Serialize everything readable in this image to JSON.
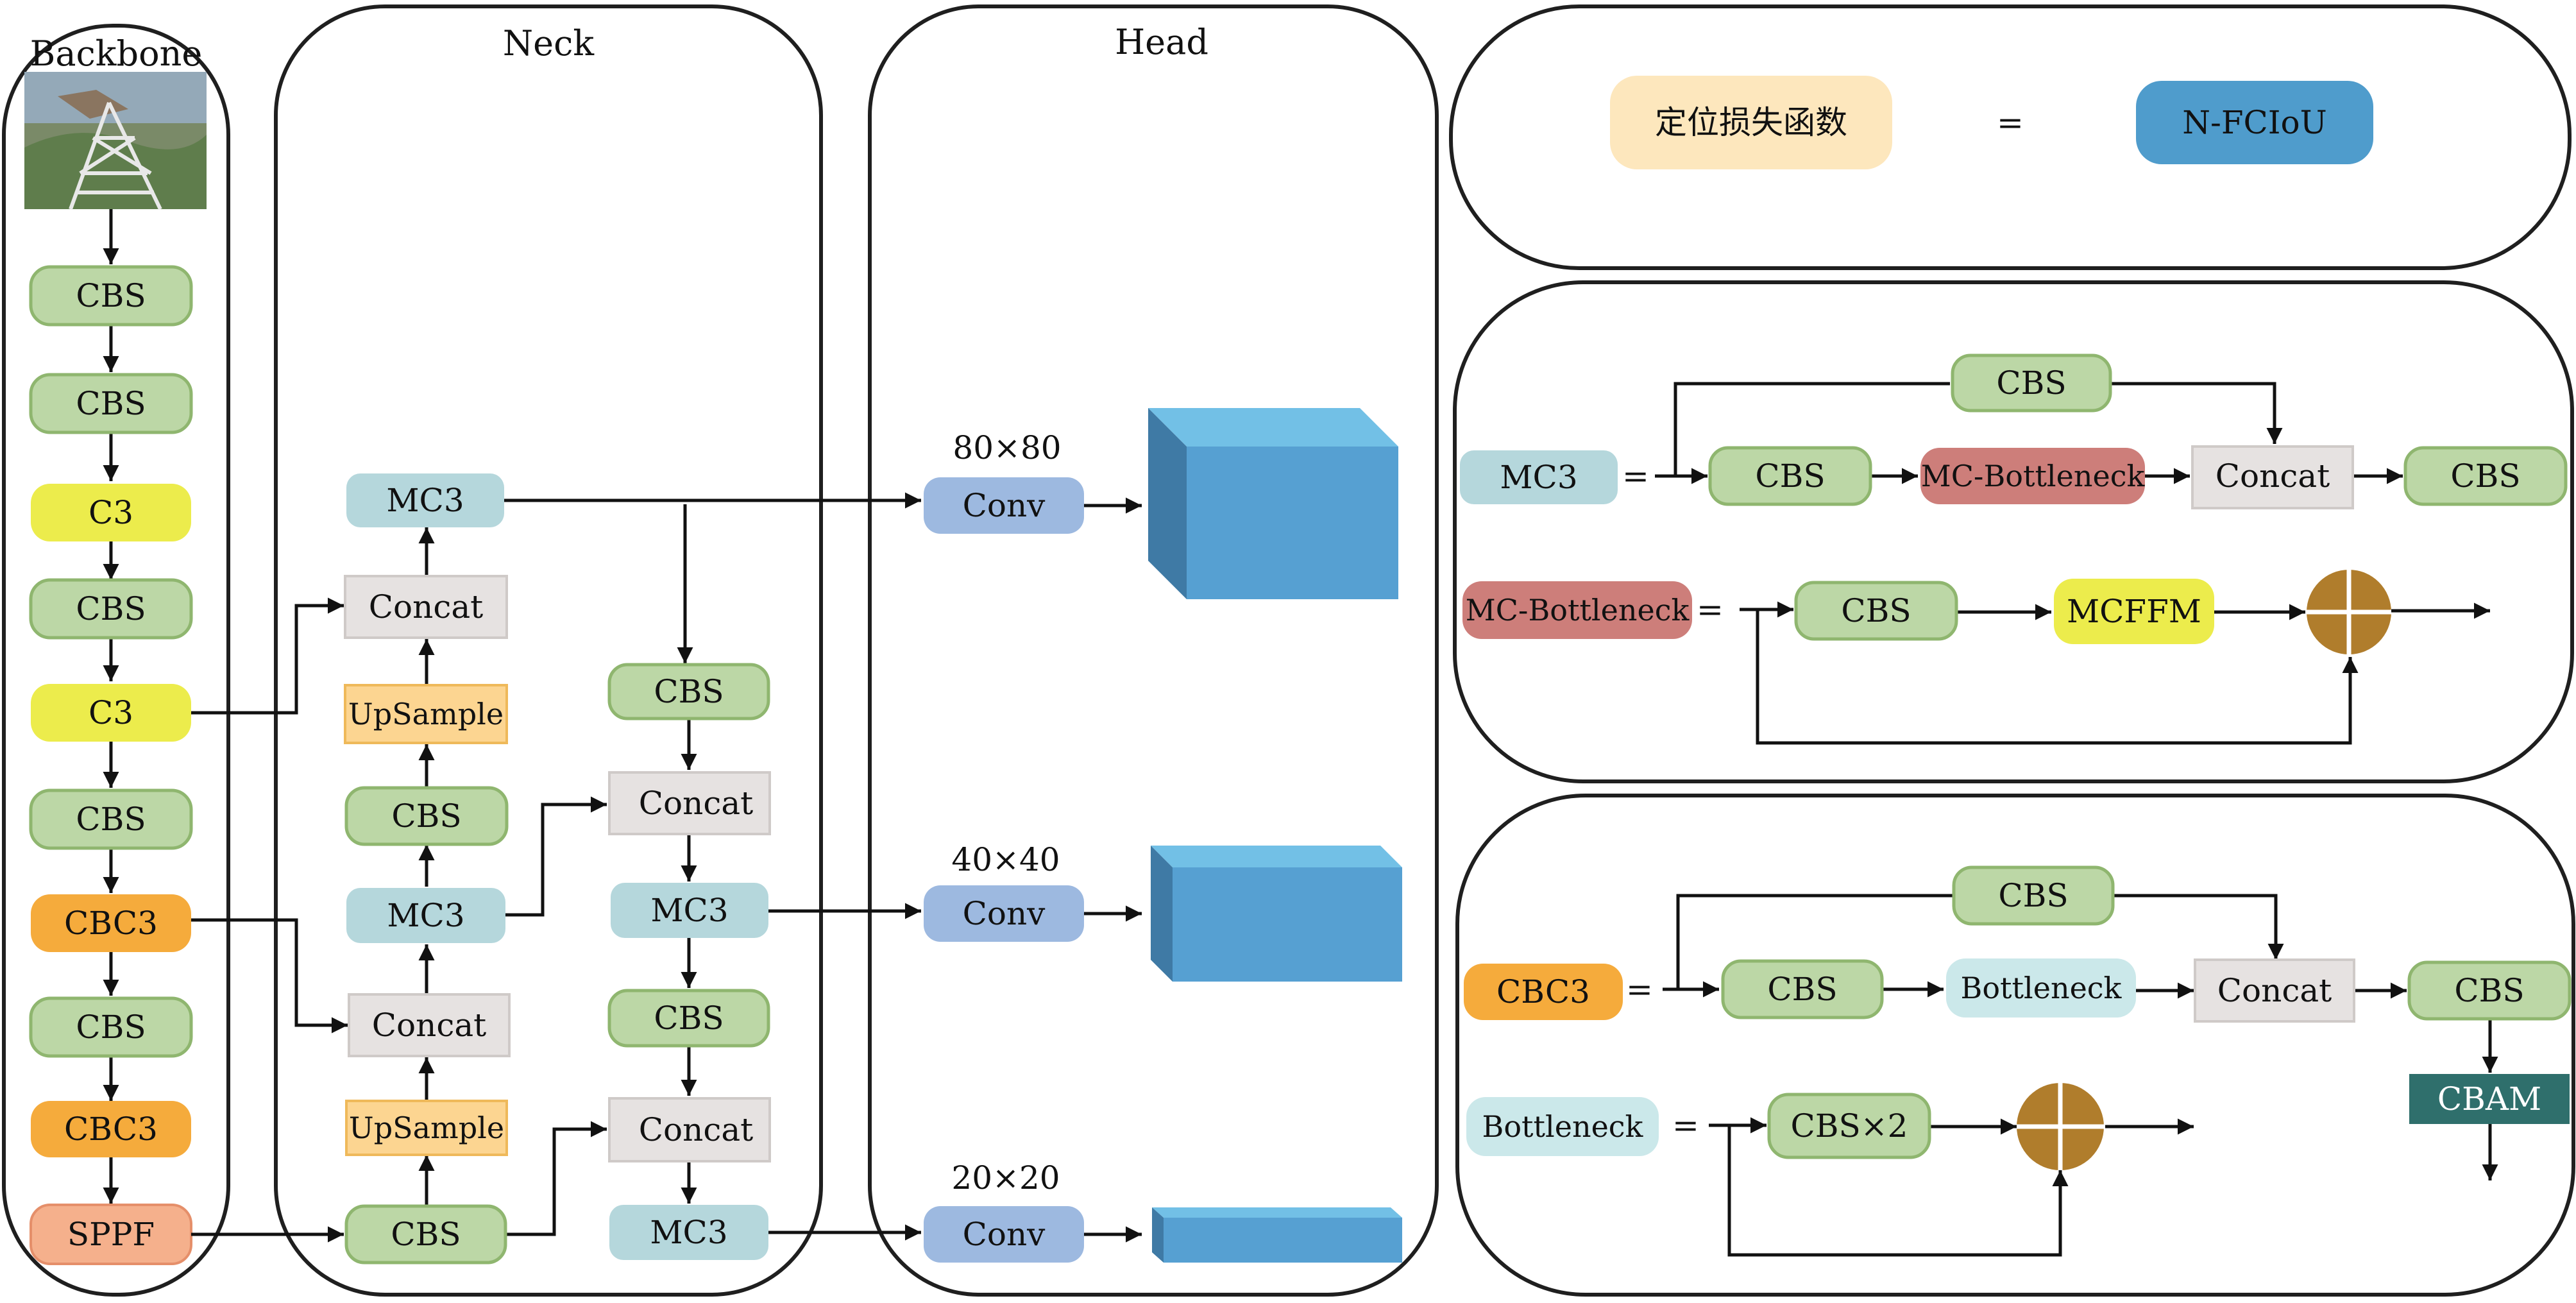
{
  "panels": {
    "backbone": "Backbone",
    "neck": "Neck",
    "head": "Head"
  },
  "colors": {
    "cbs": "#bcd7a6",
    "c3": "#ecec4c",
    "cbc3": "#f5ab3c",
    "sppf": "#f5b08c",
    "mc3": "#b5d7dc",
    "concat": "#e6e2e1",
    "upsample": "#fcd591",
    "conv": "#9db9e0",
    "mcbottleneck": "#cd7e7a",
    "mcffm": "#ecec4c",
    "bottleneck": "#cbe8ea",
    "loss": "#fde7bd",
    "nfciou": "#4f9ccc",
    "cbam": "#2f6f6c",
    "add": "#b07d2c",
    "cube": "#56a0d2"
  },
  "backbone": {
    "photo_alt": "input image",
    "blocks": [
      "CBS",
      "CBS",
      "C3",
      "CBS",
      "C3",
      "CBS",
      "CBC3",
      "CBS",
      "CBC3",
      "SPPF"
    ]
  },
  "neck": {
    "left": [
      "MC3",
      "Concat",
      "UpSample",
      "CBS",
      "MC3",
      "Concat",
      "UpSample",
      "CBS"
    ],
    "right": [
      "CBS",
      "Concat",
      "MC3",
      "CBS",
      "Concat",
      "MC3"
    ]
  },
  "head": {
    "scales": [
      "80×80",
      "40×40",
      "20×20"
    ],
    "conv": "Conv"
  },
  "legend": {
    "loss_label": "定位损失函数",
    "equals": "=",
    "loss_value": "N-FCIoU",
    "mc3_def": {
      "name": "MC3",
      "top": "CBS",
      "chain": [
        "CBS",
        "MC-Bottleneck",
        "Concat",
        "CBS"
      ]
    },
    "mcb_def": {
      "name": "MC-Bottleneck",
      "chain": [
        "CBS",
        "MCFFM"
      ]
    },
    "cbc3_def": {
      "name": "CBC3",
      "top": "CBS",
      "chain": [
        "CBS",
        "Bottleneck",
        "Concat",
        "CBS"
      ],
      "extra": "CBAM"
    },
    "bn_def": {
      "name": "Bottleneck",
      "chain": [
        "CBS×2"
      ]
    }
  }
}
